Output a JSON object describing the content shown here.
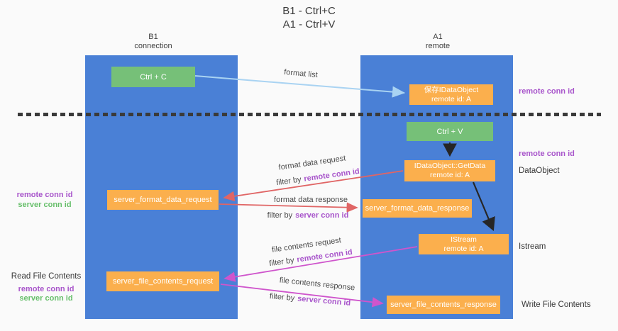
{
  "title": {
    "line1": "B1 - Ctrl+C",
    "line2": "A1 - Ctrl+V"
  },
  "lifelines": {
    "b1": {
      "name": "B1",
      "role": "connection"
    },
    "a1": {
      "name": "A1",
      "role": "remote"
    }
  },
  "boxes": {
    "ctrl_c": {
      "label": "Ctrl + C"
    },
    "ctrl_v": {
      "label": "Ctrl + V"
    },
    "save_dataobject": {
      "line1": "保存IDataObject",
      "line2": "remote id: A"
    },
    "getdata": {
      "line1": "IDataObject::GetData",
      "line2": "remote id: A"
    },
    "istream": {
      "line1": "IStream",
      "line2": "remote id: A"
    },
    "server_format_data_request": {
      "label": "server_format_data_request"
    },
    "server_format_data_response": {
      "label": "server_format_data_response"
    },
    "server_file_contents_request": {
      "label": "server_file_contents_request"
    },
    "server_file_contents_response": {
      "label": "server_file_contents_response"
    }
  },
  "messages": {
    "format_list": "format list",
    "format_data_request": "format data request",
    "format_data_response": "format data response",
    "file_contents_request": "file contents request",
    "file_contents_response": "file contents response",
    "filter_by": "filter by",
    "remote_conn_id": "remote conn id",
    "server_conn_id": "server conn id"
  },
  "annotations": {
    "remote_conn_id_top": "remote conn id",
    "remote_conn_id_mid": "remote conn id",
    "dataobject": "DataObject",
    "istream": "Istream",
    "write_file_contents": "Write File Contents",
    "read_file_contents": "Read File Contents",
    "left_remote_conn_id": "remote conn id",
    "left_server_conn_id": "server conn id",
    "bottom_remote_conn_id": "remote conn id",
    "bottom_server_conn_id": "server conn id"
  },
  "colors": {
    "background": "#fafafa",
    "lifeline_blue": "#4a80d6",
    "box_orange": "#fbaf4d",
    "box_green": "#76c078",
    "purple_text": "#a855cb",
    "green_text": "#67bf6b",
    "red_arrow": "#e06565",
    "magenta_arrow": "#cf55cc",
    "light_blue_arrow": "#a9d3f2",
    "black_arrow": "#262626"
  }
}
